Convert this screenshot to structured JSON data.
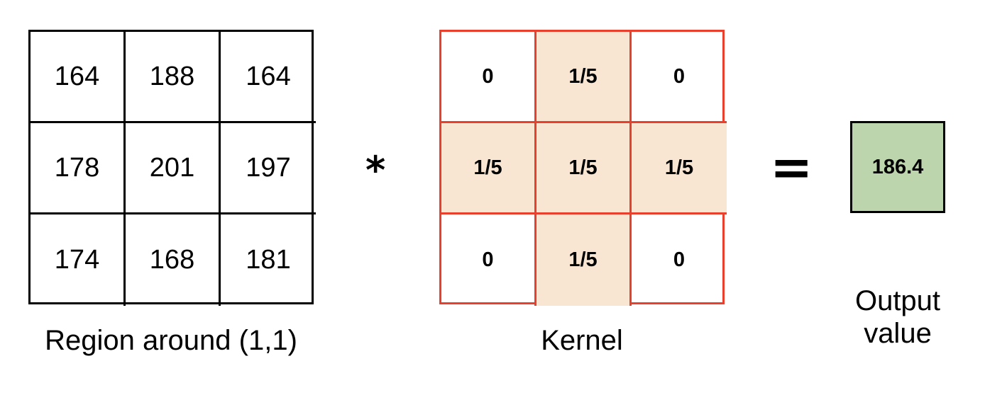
{
  "region": {
    "caption": "Region around (1,1)",
    "rows": [
      [
        "164",
        "188",
        "164"
      ],
      [
        "178",
        "201",
        "197"
      ],
      [
        "174",
        "168",
        "181"
      ]
    ]
  },
  "operators": {
    "convolve": "*",
    "equals": "="
  },
  "kernel": {
    "caption": "Kernel",
    "rows": [
      [
        "0",
        "1/5",
        "0"
      ],
      [
        "1/5",
        "1/5",
        "1/5"
      ],
      [
        "0",
        "1/5",
        "0"
      ]
    ],
    "highlight_color": "#f8e5d2",
    "border_color": "#e8402d"
  },
  "output": {
    "value": "186.4",
    "caption_line1": "Output",
    "caption_line2": "value",
    "fill_color": "#bcd5ac"
  }
}
